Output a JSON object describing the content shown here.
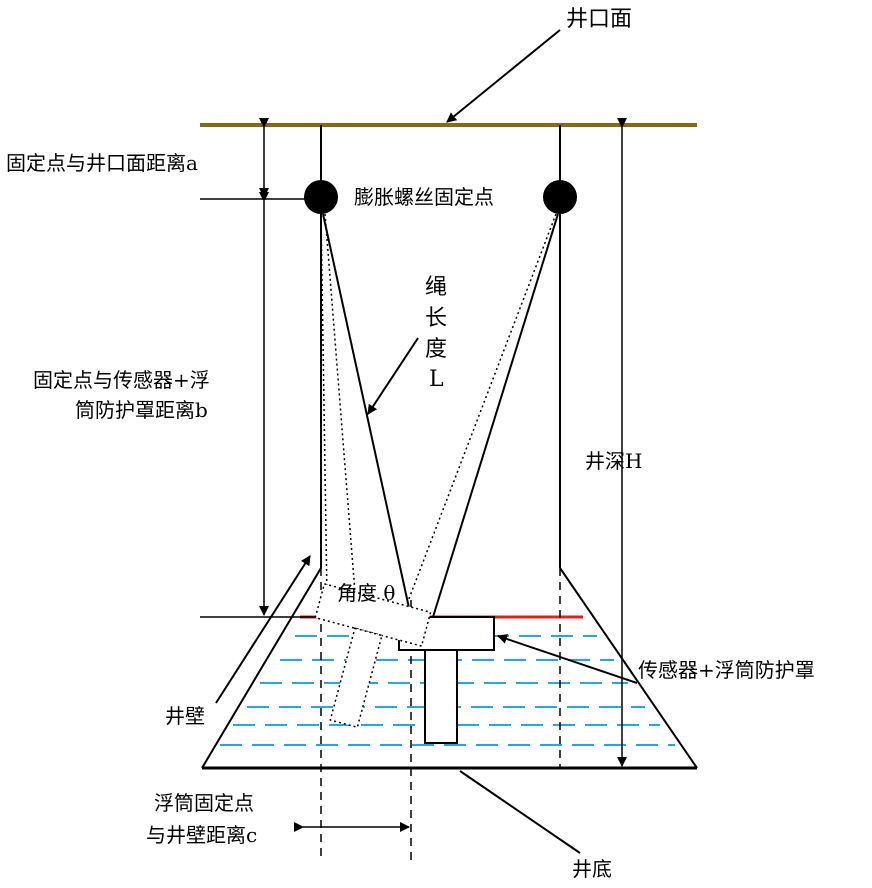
{
  "labels": {
    "well_mouth": "井口面",
    "fix_distance_a": "固定点与井口面距离a",
    "expansion_screw": "膨胀螺丝固定点",
    "rope_length_1": "绳",
    "rope_length_2": "长",
    "rope_length_3": "度",
    "rope_length_4": "L",
    "distance_b_1": "固定点与传感器+浮",
    "distance_b_2": "筒防护罩距离b",
    "well_depth": "井深H",
    "angle": "角度 θ",
    "sensor_cover": "传感器+浮筒防护罩",
    "well_wall": "井壁",
    "float_fix_1": "浮筒固定点",
    "float_fix_2": "与井壁距离c",
    "well_bottom": "井底"
  },
  "colors": {
    "well_mouth_line": "#8B6914",
    "water_surface": "#E02020",
    "water_lines": "#22AADD",
    "ink": "#000000"
  }
}
